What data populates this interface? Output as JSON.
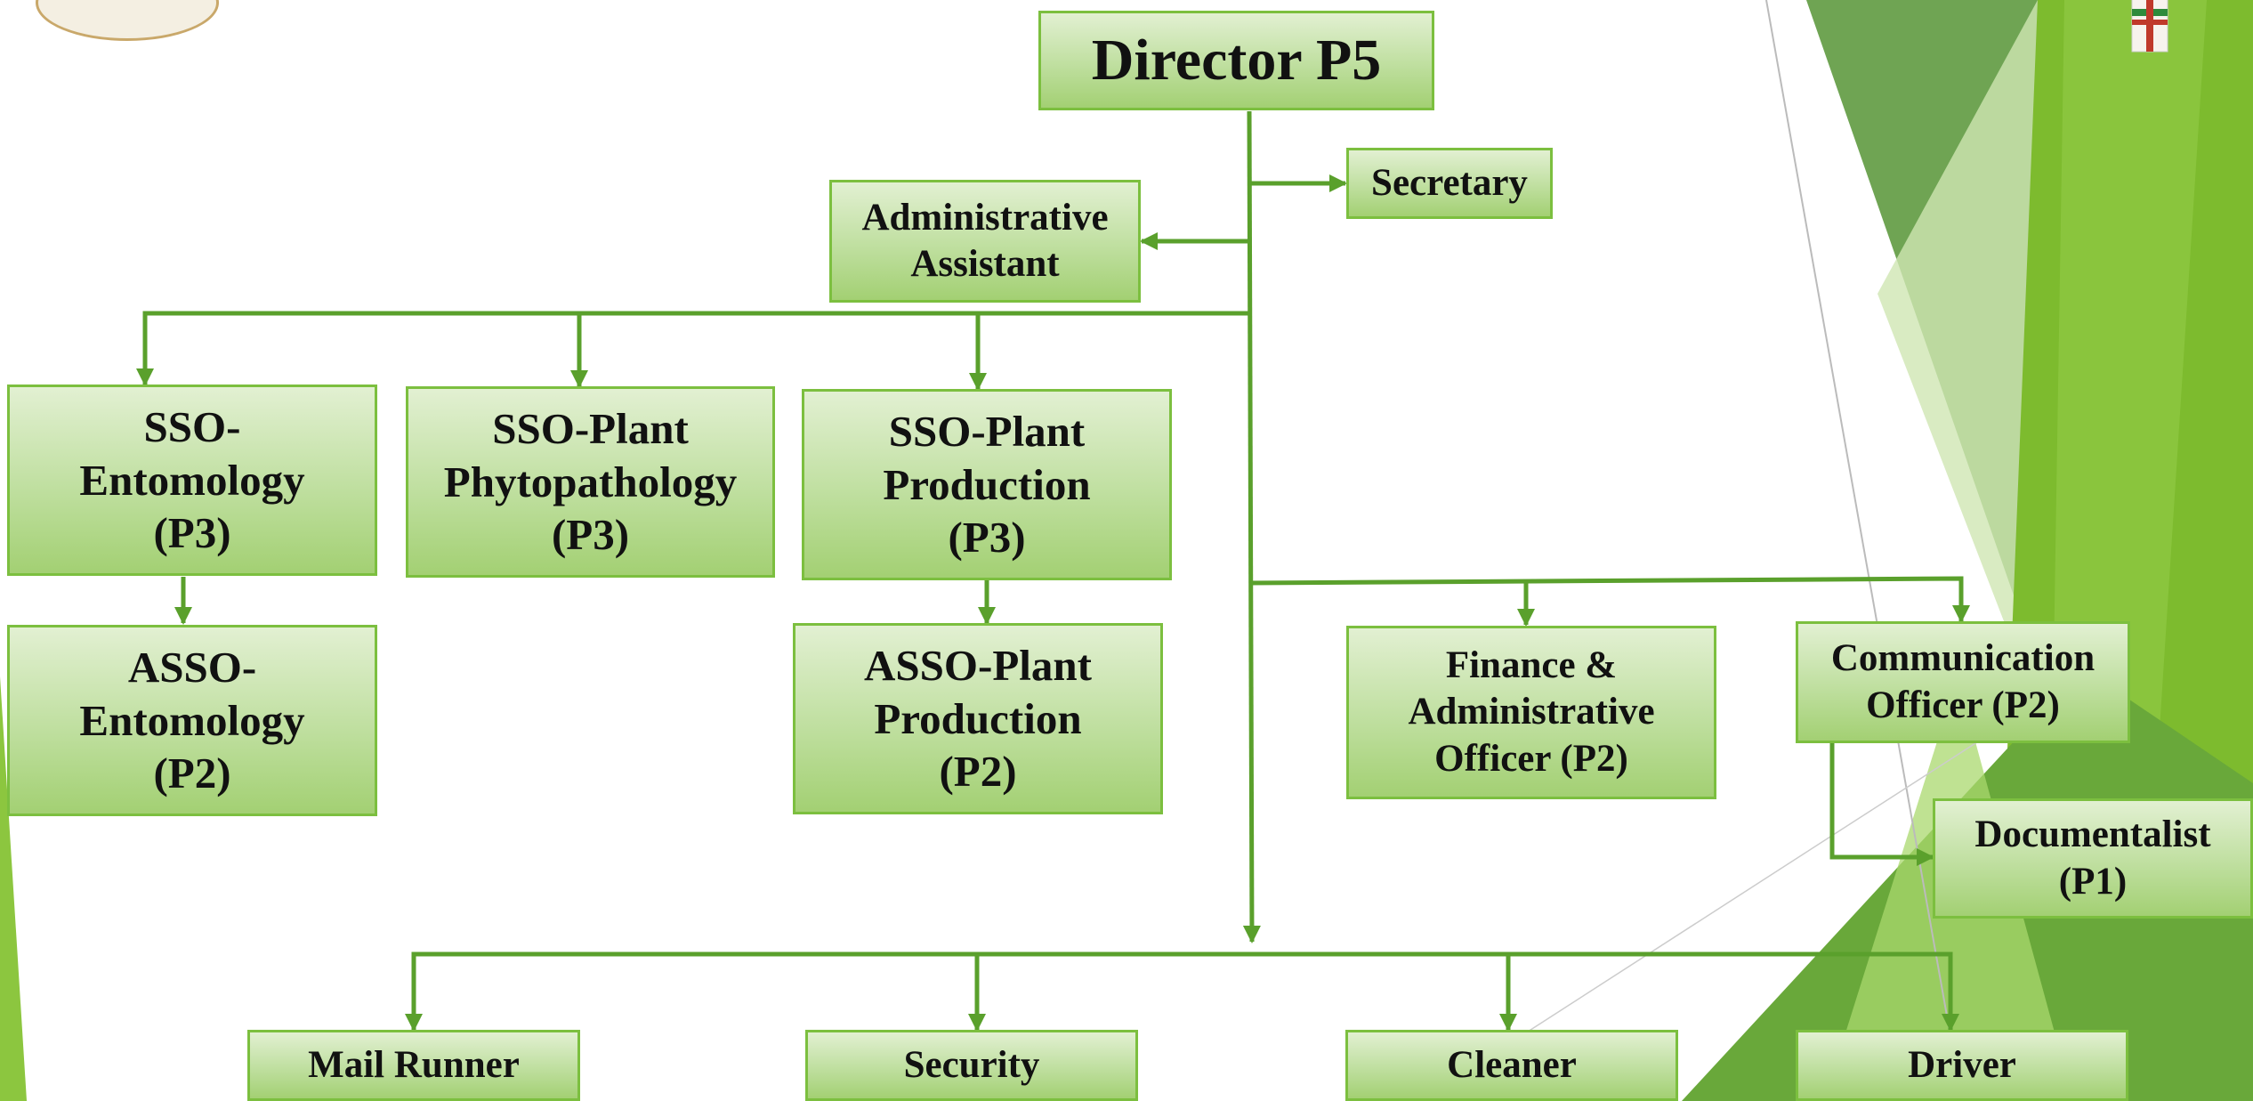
{
  "chart_data": {
    "type": "org-chart",
    "nodes": [
      {
        "id": "director",
        "label": "Director  P5"
      },
      {
        "id": "secretary",
        "label": "Secretary"
      },
      {
        "id": "admin_assistant",
        "label": "Administrative Assistant"
      },
      {
        "id": "sso_entomology",
        "label": "SSO-Entomology (P3)"
      },
      {
        "id": "sso_phytopathology",
        "label": "SSO-Plant Phytopathology (P3)"
      },
      {
        "id": "sso_plant_production",
        "label": "SSO-Plant Production (P3)"
      },
      {
        "id": "asso_entomology",
        "label": "ASSO-Entomology (P2)"
      },
      {
        "id": "asso_plant_production",
        "label": "ASSO-Plant Production (P2)"
      },
      {
        "id": "finance_admin_officer",
        "label": "Finance & Administrative Officer (P2)"
      },
      {
        "id": "communication_officer",
        "label": "Communication Officer (P2)"
      },
      {
        "id": "documentalist",
        "label": "Documentalist (P1)"
      },
      {
        "id": "mail_runner",
        "label": "Mail Runner"
      },
      {
        "id": "security",
        "label": "Security"
      },
      {
        "id": "cleaner",
        "label": "Cleaner"
      },
      {
        "id": "driver",
        "label": "Driver"
      }
    ],
    "edges": [
      [
        "director",
        "secretary"
      ],
      [
        "director",
        "admin_assistant"
      ],
      [
        "director",
        "sso_entomology"
      ],
      [
        "director",
        "sso_phytopathology"
      ],
      [
        "director",
        "sso_plant_production"
      ],
      [
        "sso_entomology",
        "asso_entomology"
      ],
      [
        "sso_plant_production",
        "asso_plant_production"
      ],
      [
        "director",
        "finance_admin_officer"
      ],
      [
        "director",
        "communication_officer"
      ],
      [
        "communication_officer",
        "documentalist"
      ],
      [
        "director",
        "mail_runner"
      ],
      [
        "director",
        "security"
      ],
      [
        "director",
        "cleaner"
      ],
      [
        "director",
        "driver"
      ]
    ]
  },
  "boxes": {
    "director": {
      "lines": [
        "Director  P5"
      ]
    },
    "secretary": {
      "lines": [
        "Secretary"
      ]
    },
    "admin_assistant": {
      "lines": [
        "Administrative",
        "Assistant"
      ]
    },
    "sso_entomology": {
      "lines": [
        "SSO-",
        "Entomology",
        "(P3)"
      ]
    },
    "sso_phytopathology": {
      "lines": [
        "SSO-Plant",
        "Phytopathology",
        "(P3)"
      ]
    },
    "sso_plant_production": {
      "lines": [
        "SSO-Plant",
        "Production",
        "(P3)"
      ]
    },
    "asso_entomology": {
      "lines": [
        "ASSO-",
        "Entomology",
        "(P2)"
      ]
    },
    "asso_plant_production": {
      "lines": [
        "ASSO-Plant",
        "Production",
        "(P2)"
      ]
    },
    "finance_admin_officer": {
      "lines": [
        "Finance &",
        "Administrative",
        "Officer (P2)"
      ]
    },
    "communication_officer": {
      "lines": [
        "Communication",
        "Officer (P2)"
      ]
    },
    "documentalist": {
      "lines": [
        "Documentalist",
        "(P1)"
      ]
    },
    "mail_runner": {
      "lines": [
        "Mail Runner"
      ]
    },
    "security": {
      "lines": [
        "Security"
      ]
    },
    "cleaner": {
      "lines": [
        "Cleaner"
      ]
    },
    "driver": {
      "lines": [
        "Driver"
      ]
    }
  },
  "colors": {
    "line": "#5aa02c",
    "box_border": "#7cbf3f",
    "box_fill_top": "#e2f0d2",
    "box_fill_bottom": "#a3d073",
    "accent_dark": "#5f9a40",
    "accent_mid": "#7dbb2e",
    "accent_light": "#a9d86e"
  },
  "decorations": {
    "logo_left": "organization-logo",
    "logo_right": "flag-emblem"
  }
}
